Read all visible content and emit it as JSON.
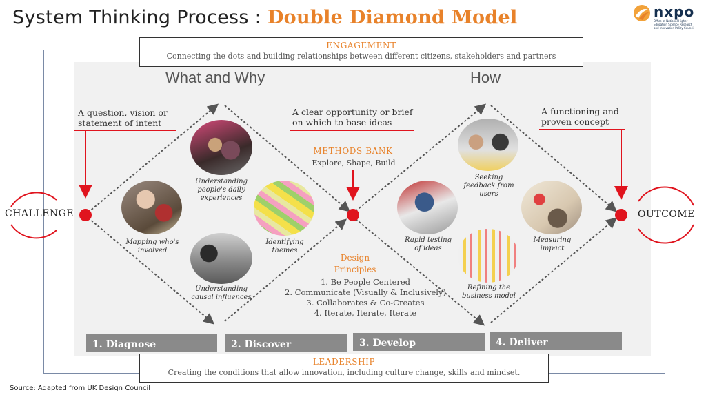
{
  "colors": {
    "accent_orange": "#e8822a",
    "red": "#e0141e",
    "title_dark": "#222222",
    "logo_blue": "#16304f"
  },
  "title": {
    "prefix": "System Thinking Process :",
    "highlight": "Double Diamond Model"
  },
  "logo": {
    "name": "nxpo",
    "subtitle": "Office of National Higher Education Science Research and Innovation Policy Council",
    "icon": "nxpo-logo-icon"
  },
  "engagement": {
    "title": "ENGAGEMENT",
    "text": "Connecting the dots and building relationships between different citizens, stakeholders and partners"
  },
  "leadership": {
    "title": "LEADERSHIP",
    "text": "Creating the conditions that allow innovation, including culture change, skills and mindset."
  },
  "headings": {
    "left": "What and Why",
    "right": "How"
  },
  "points": {
    "challenge": "CHALLENGE",
    "outcome": "OUTCOME",
    "start_label_1": "A question, vision or",
    "start_label_2": "statement of intent",
    "mid_label_1": "A clear opportunity or brief",
    "mid_label_2": "on which to base ideas",
    "end_label_1": "A functioning and",
    "end_label_2": "proven concept"
  },
  "methods_bank": {
    "title": "METHODS BANK",
    "text": "Explore, Shape, Build"
  },
  "design_principles": {
    "title_1": "Design",
    "title_2": "Principles",
    "items": [
      "1.  Be People Centered",
      "2.   Communicate (Visually & Inclusively)",
      "3. Collaborates & Co-Creates",
      "4. Iterate, Iterate, Iterate"
    ]
  },
  "captions": {
    "c1_1": "Understanding",
    "c1_2": "people's daily",
    "c1_3": "experiences",
    "c2_1": "Mapping who's",
    "c2_2": "involved",
    "c3_1": "Identifying",
    "c3_2": "themes",
    "c4_1": "Understanding",
    "c4_2": "causal influences",
    "c5_1": "Seeking",
    "c5_2": "feedback from",
    "c5_3": "users",
    "c6_1": "Rapid testing",
    "c6_2": "of ideas",
    "c7_1": "Measuring",
    "c7_2": "impact",
    "c8_1": "Refining the",
    "c8_2": "business model"
  },
  "stages": [
    "1. Diagnose",
    "2. Discover",
    "3. Develop",
    "4. Deliver"
  ],
  "source": "Source: Adapted from UK Design Council"
}
